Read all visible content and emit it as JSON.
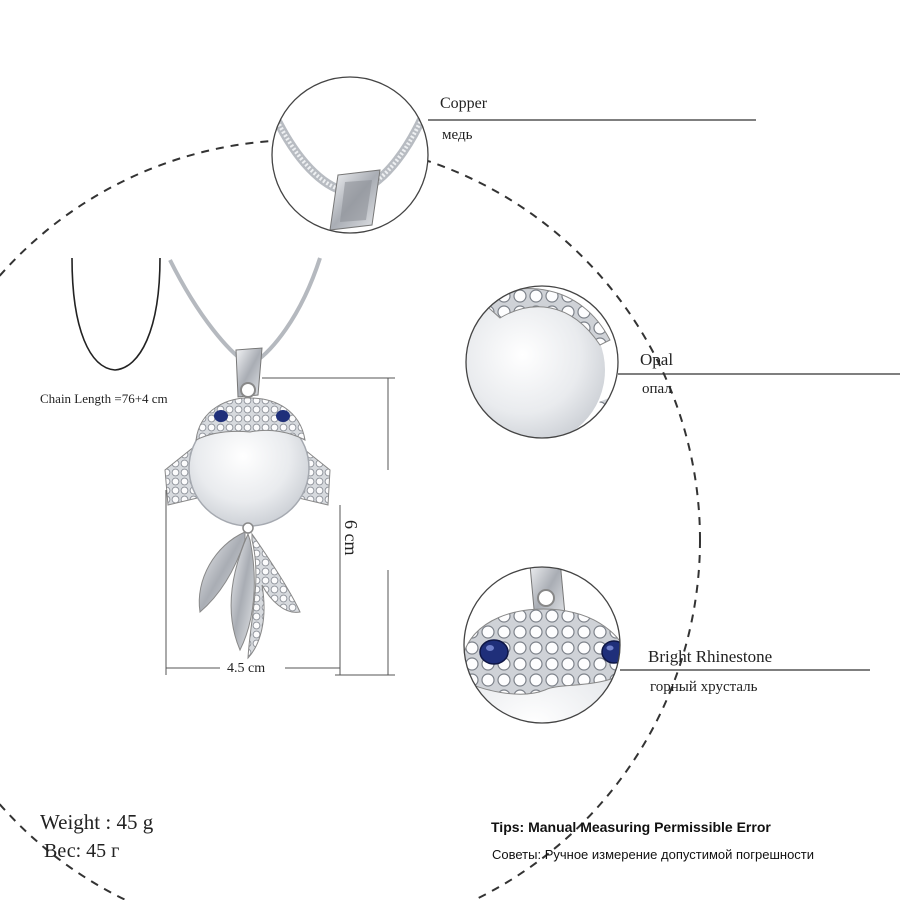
{
  "callouts": {
    "copper": {
      "en": "Copper",
      "ru": "медь"
    },
    "opal": {
      "en": "Opal",
      "ru": "опал"
    },
    "rhinestone": {
      "en": "Bright Rhinestone",
      "ru": "горный хрусталь"
    }
  },
  "dimensions": {
    "chain_length": "Chain Length =76+4 cm",
    "height": "6 cm",
    "width": "4.5 cm"
  },
  "weight": {
    "en": "Weight : 45 g",
    "ru": "Вес: 45 г"
  },
  "tips": {
    "en": "Tips: Manual Measuring Permissible Error",
    "ru": "Советы: Ручное измерение допустимой погрешности"
  },
  "colors": {
    "background": "#ffffff",
    "silver": "#c9ccd1",
    "opal": "#e8eaed",
    "sapphire": "#1f2f7a",
    "line": "#333333"
  }
}
